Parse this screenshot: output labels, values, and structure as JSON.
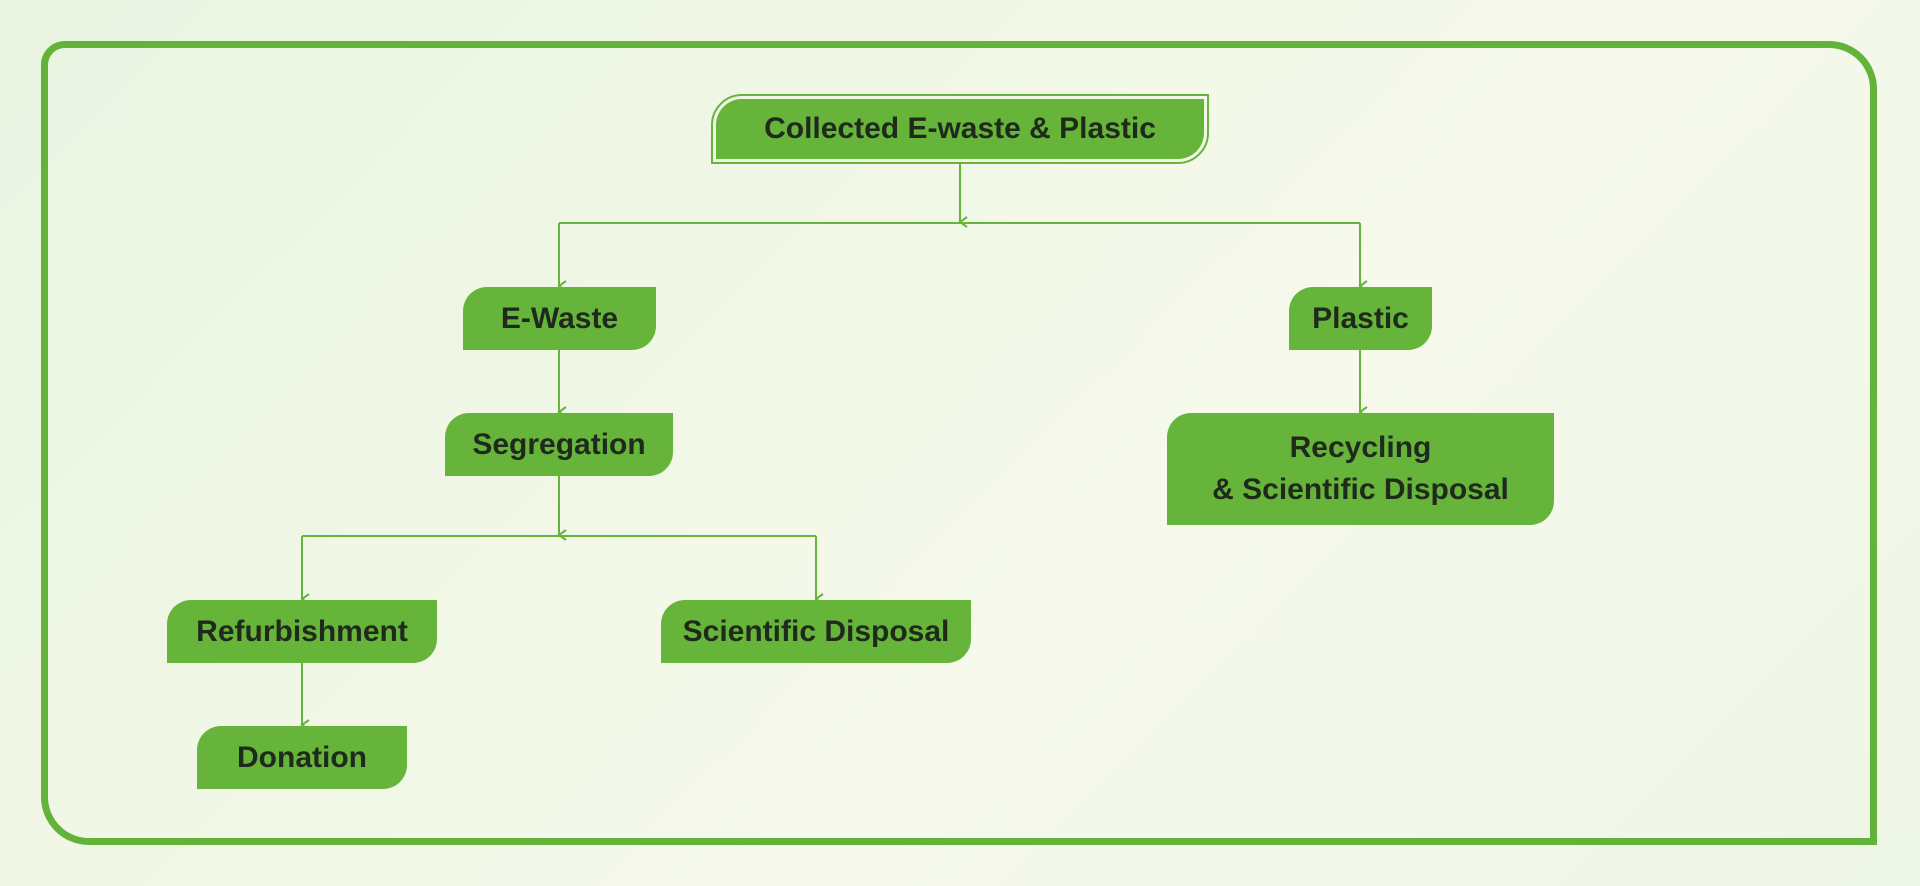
{
  "diagram": {
    "root": "Collected E-waste & Plastic",
    "ewaste": "E-Waste",
    "segregation": "Segregation",
    "refurbishment": "Refurbishment",
    "donation": "Donation",
    "scientific_disposal": "Scientific Disposal",
    "plastic": "Plastic",
    "recycling_line1": "Recycling",
    "recycling_line2": "& Scientific Disposal"
  },
  "colors": {
    "accent": "#66b43a",
    "text": "#1f2a1c"
  }
}
